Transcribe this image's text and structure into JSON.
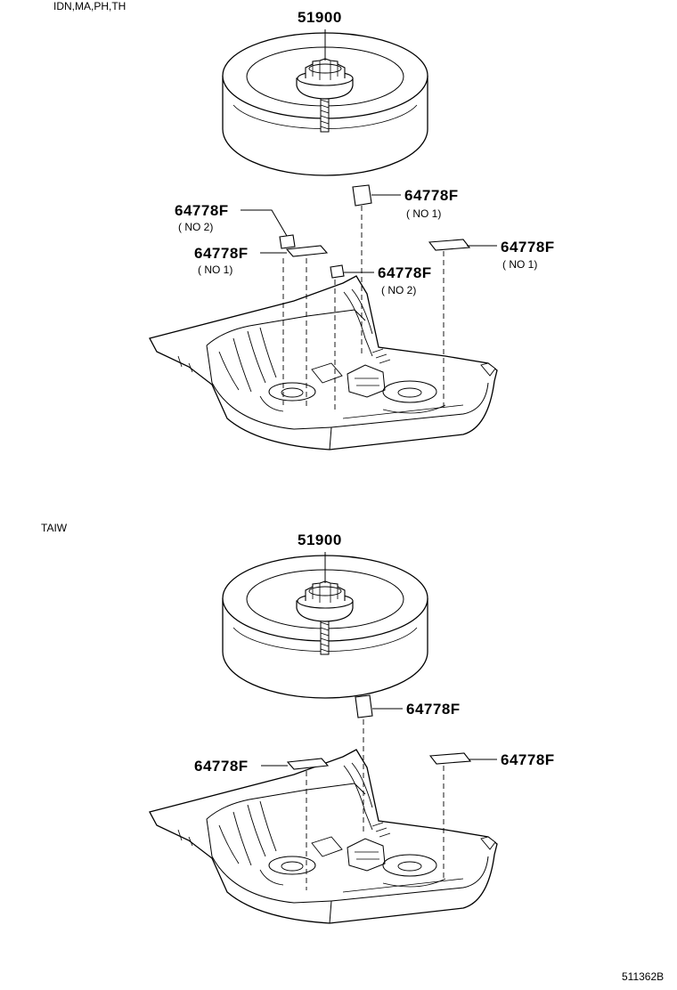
{
  "diagram": {
    "code": "511362B",
    "sections": [
      {
        "region_label": "IDN,MA,PH,TH",
        "tire_part": "51900",
        "callouts": [
          {
            "part": "64778F",
            "note": "( NO 2)"
          },
          {
            "part": "64778F",
            "note": "( NO 1)"
          },
          {
            "part": "64778F",
            "note": "( NO 1)"
          },
          {
            "part": "64778F",
            "note": "( NO 1)"
          },
          {
            "part": "64778F",
            "note": "( NO 2)"
          }
        ]
      },
      {
        "region_label": "TAIW",
        "tire_part": "51900",
        "callouts": [
          {
            "part": "64778F"
          },
          {
            "part": "64778F"
          },
          {
            "part": "64778F"
          }
        ]
      }
    ]
  }
}
